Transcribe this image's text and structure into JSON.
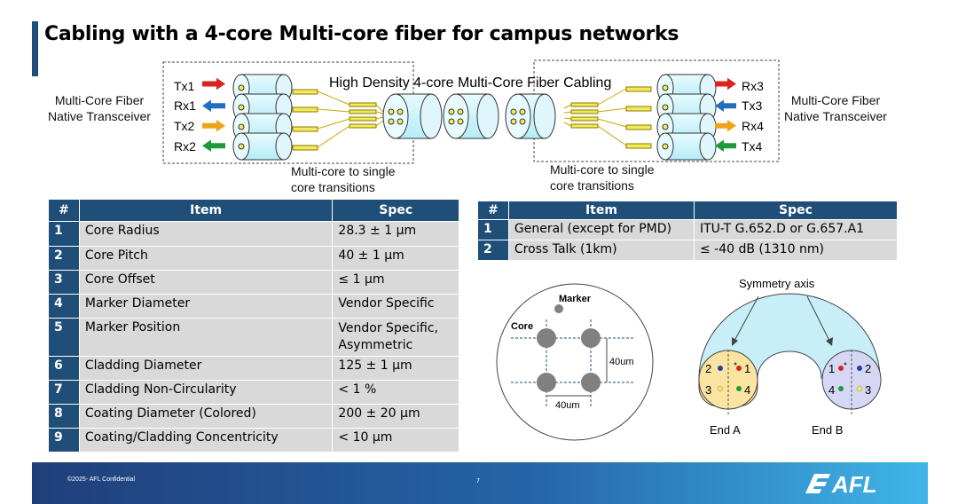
{
  "title": "Cabling with a 4-core Multi-core fiber for campus networks",
  "diagram": {
    "left_label_line1": "Multi-Core Fiber",
    "left_label_line2": "Native Transceiver",
    "right_label_line1": "Multi-Core Fiber",
    "right_label_line2": "Native Transceiver",
    "center_caption": "High Density 4-core Multi-Core Fiber Cabling",
    "left_transition_line1": "Multi-core to single",
    "left_transition_line2": "core transitions",
    "right_transition_line1": "Multi-core to single",
    "right_transition_line2": "core transitions",
    "left_ports": [
      "Tx1",
      "Rx1",
      "Tx2",
      "Rx2"
    ],
    "right_ports": [
      "Rx3",
      "Tx3",
      "Rx4",
      "Tx4"
    ],
    "colors": {
      "red": "#d9231c",
      "blue": "#1f6fc0",
      "orange": "#f0a21a",
      "green": "#1f9a3a",
      "box_border": "#444444"
    }
  },
  "table1": {
    "headers": [
      "#",
      "Item",
      "Spec"
    ],
    "rows": [
      [
        "1",
        "Core Radius",
        "28.3 ± 1 µm"
      ],
      [
        "2",
        "Core Pitch",
        "40 ± 1 µm"
      ],
      [
        "3",
        "Core Offset",
        "≤ 1 µm"
      ],
      [
        "4",
        "Marker Diameter",
        "Vendor Specific"
      ],
      [
        "5",
        "Marker Position",
        "Vendor Specific,",
        "Asymmetric"
      ],
      [
        "6",
        "Cladding Diameter",
        "125 ± 1 µm"
      ],
      [
        "7",
        "Cladding Non-Circularity",
        "< 1 %"
      ],
      [
        "8",
        "Coating Diameter (Colored)",
        "200 ± 20 µm"
      ],
      [
        "9",
        "Coating/Cladding Concentricity",
        "< 10 µm"
      ]
    ]
  },
  "table2": {
    "headers": [
      "#",
      "Item",
      "Spec"
    ],
    "rows": [
      [
        "1",
        "General (except for PMD)",
        "ITU-T G.652.D or G.657.A1"
      ],
      [
        "2",
        "Cross Talk (1km)",
        "≤ -40 dB (1310 nm)"
      ]
    ]
  },
  "cross_section": {
    "marker_label": "Marker",
    "core_label": "Core",
    "pitch_v": "40um",
    "pitch_h": "40um"
  },
  "symmetry": {
    "axis_label": "Symmetry axis",
    "end_a": "End A",
    "end_b": "End B",
    "end_a_nums": [
      "2",
      "1",
      "3",
      "4"
    ],
    "end_b_nums": [
      "1",
      "2",
      "4",
      "3"
    ]
  },
  "footer": {
    "copyright": "©2025- AFL Confidential",
    "page": "7",
    "logo_text": "AFL"
  }
}
